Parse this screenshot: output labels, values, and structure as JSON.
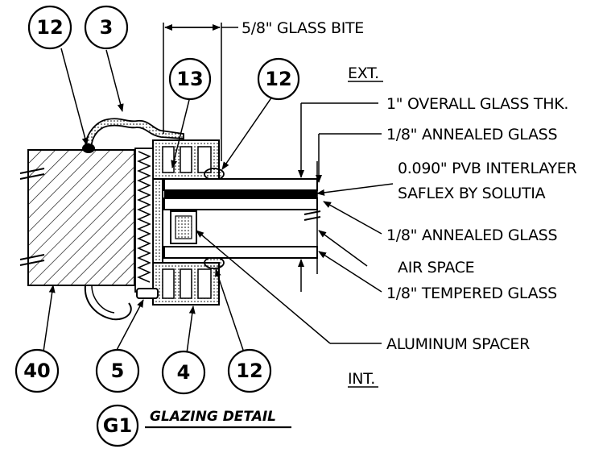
{
  "dimension": {
    "glass_bite": "5/8\" GLASS BITE"
  },
  "sides": {
    "exterior": "EXT.",
    "interior": "INT."
  },
  "callouts": {
    "overall": "1\" OVERALL GLASS THK.",
    "annealed_1": "1/8\" ANNEALED GLASS",
    "pvb_line1": "0.090\" PVB INTERLAYER",
    "pvb_line2": "SAFLEX BY SOLUTIA",
    "annealed_2": "1/8\" ANNEALED GLASS",
    "air_space": "AIR SPACE",
    "tempered": "1/8\" TEMPERED GLASS",
    "spacer": "ALUMINUM SPACER"
  },
  "tags": {
    "t12_top_left": "12",
    "t3": "3",
    "t13": "13",
    "t12_top_right": "12",
    "t40": "40",
    "t5": "5",
    "t4": "4",
    "t12_bottom": "12"
  },
  "detail": {
    "id": "G1",
    "title": "GLAZING DETAIL"
  }
}
